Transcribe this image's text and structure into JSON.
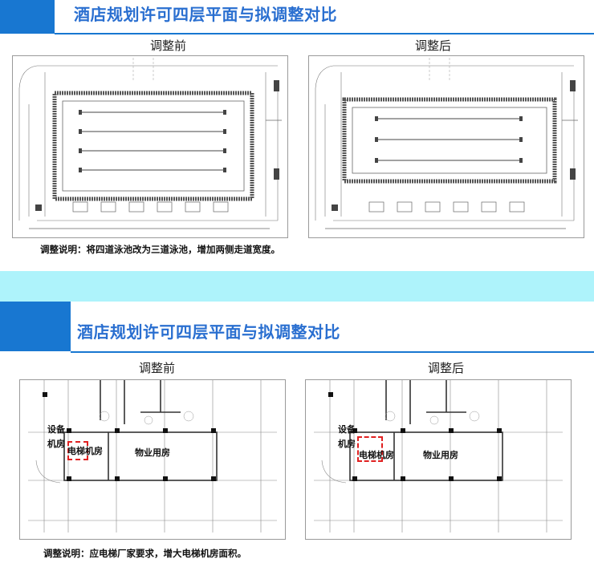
{
  "slide1": {
    "title": "酒店规划许可四层平面与拟调整对比",
    "before_label": "调整前",
    "after_label": "调整后",
    "note": "调整说明：将四道泳池改为三道泳池，增加两侧走道宽度。"
  },
  "slide2": {
    "title": "酒店规划许可四层平面与拟调整对比",
    "before_label": "调整前",
    "after_label": "调整后",
    "room_equipment_1": "设备",
    "room_equipment_2": "机房",
    "room_elevator": "电梯机房",
    "room_property": "物业用房",
    "note": "调整说明：应电梯厂家要求，增大电梯机房面积。"
  },
  "colors": {
    "accent": "#1877d1",
    "title": "#2a6fd0",
    "band": "#aef3fb",
    "highlight": "#e02020"
  }
}
